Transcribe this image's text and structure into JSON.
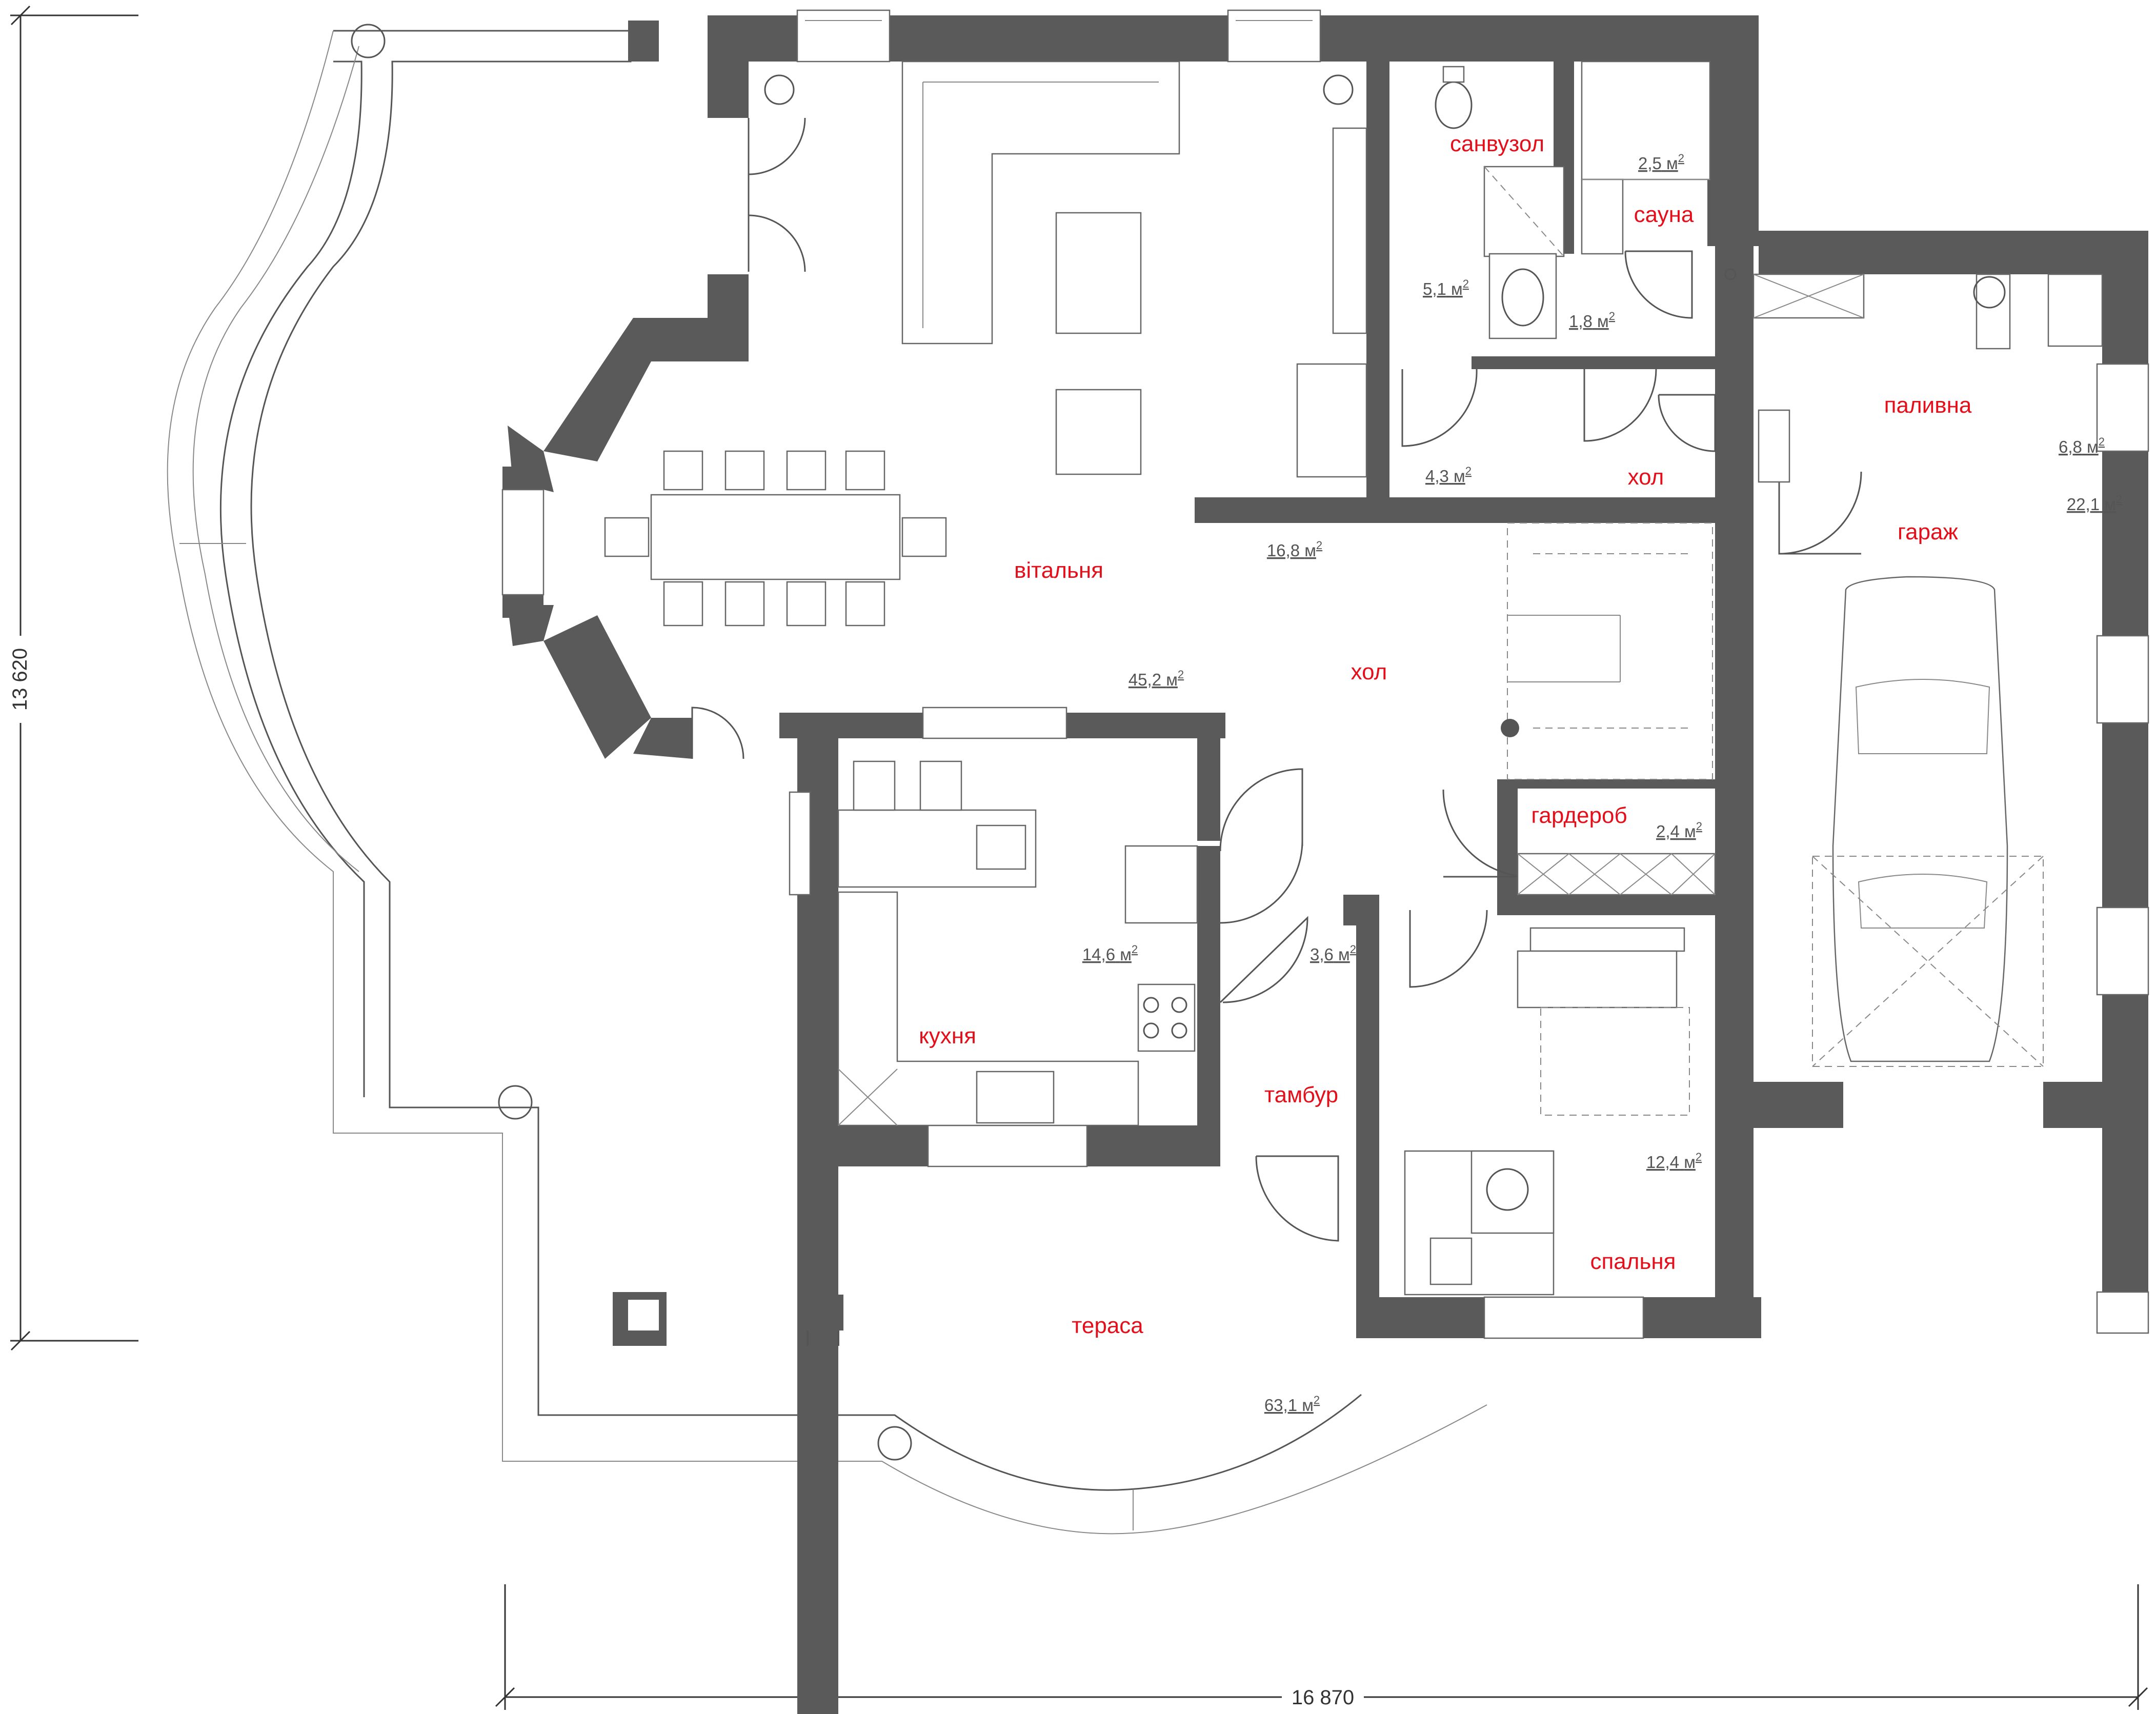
{
  "dimensions": {
    "vertical": "13 620",
    "horizontal": "16 870"
  },
  "rooms": {
    "living": {
      "name": "вітальня",
      "area": "45,2"
    },
    "hall_main": {
      "name": "хол",
      "area": "16,8"
    },
    "kitchen": {
      "name": "кухня",
      "area": "14,6"
    },
    "vestibule": {
      "name": "тамбур",
      "area": "3,6"
    },
    "bedroom": {
      "name": "спальня",
      "area": "12,4"
    },
    "terrace": {
      "name": "тераса",
      "area": "63,1"
    },
    "wardrobe": {
      "name": "гардероб",
      "area": "2,4"
    },
    "garage": {
      "name": "гараж",
      "area": "22,1"
    },
    "boiler": {
      "name": "паливна",
      "area": "6,8"
    },
    "hall_small": {
      "name": "хол",
      "area": "4,3"
    },
    "bathroom": {
      "name": "санвузол",
      "area": "5,1"
    },
    "sauna": {
      "name": "сауна",
      "area": "2,5"
    },
    "shower": {
      "name": "",
      "area": "1,8"
    }
  },
  "units": {
    "area_unit": "м",
    "area_power": "2"
  },
  "colors": {
    "label": "#e3101b",
    "wall": "#5a5a5a",
    "line": "#555555"
  }
}
